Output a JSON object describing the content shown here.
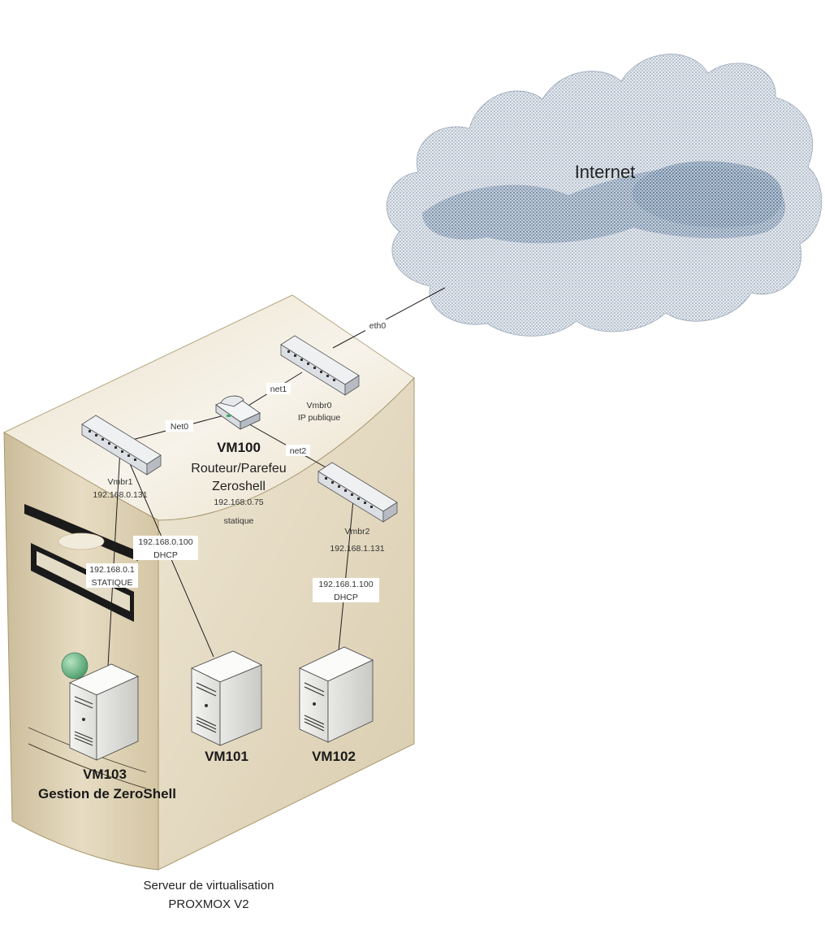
{
  "cloud": {
    "label": "Internet"
  },
  "links": {
    "eth0": "eth0",
    "net0": "Net0",
    "net1": "net1",
    "net2": "net2"
  },
  "bridges": {
    "vmbr0": {
      "name": "Vmbr0",
      "info": "IP publique"
    },
    "vmbr1": {
      "name": "Vmbr1",
      "ip": "192.168.0.131"
    },
    "vmbr2": {
      "name": "Vmbr2",
      "ip": "192.168.1.131"
    }
  },
  "vm100": {
    "name": "VM100",
    "role_line1": "Routeur/Parefeu",
    "role_line2": "Zeroshell",
    "ip": "192.168.0.75",
    "mode": "statique"
  },
  "vm101": {
    "name": "VM101",
    "ip": "192.168.0.100",
    "mode": "DHCP"
  },
  "vm102": {
    "name": "VM102",
    "ip": "192.168.1.100",
    "mode": "DHCP"
  },
  "vm103": {
    "name": "VM103",
    "role": "Gestion de ZeroShell",
    "ip": "192.168.0.1",
    "mode": "STATIQUE"
  },
  "host": {
    "caption_line1": "Serveur de virtualisation",
    "caption_line2": "PROXMOX V2"
  },
  "colors": {
    "server_light": "#efe7d4",
    "server_mid": "#d6c9a8",
    "server_dark": "#c4b48f",
    "cloud_fill": "#c9ced6",
    "cloud_dots": "#6f8aa6",
    "device_body": "#eef0f2",
    "led_green": "#3cb05a"
  }
}
